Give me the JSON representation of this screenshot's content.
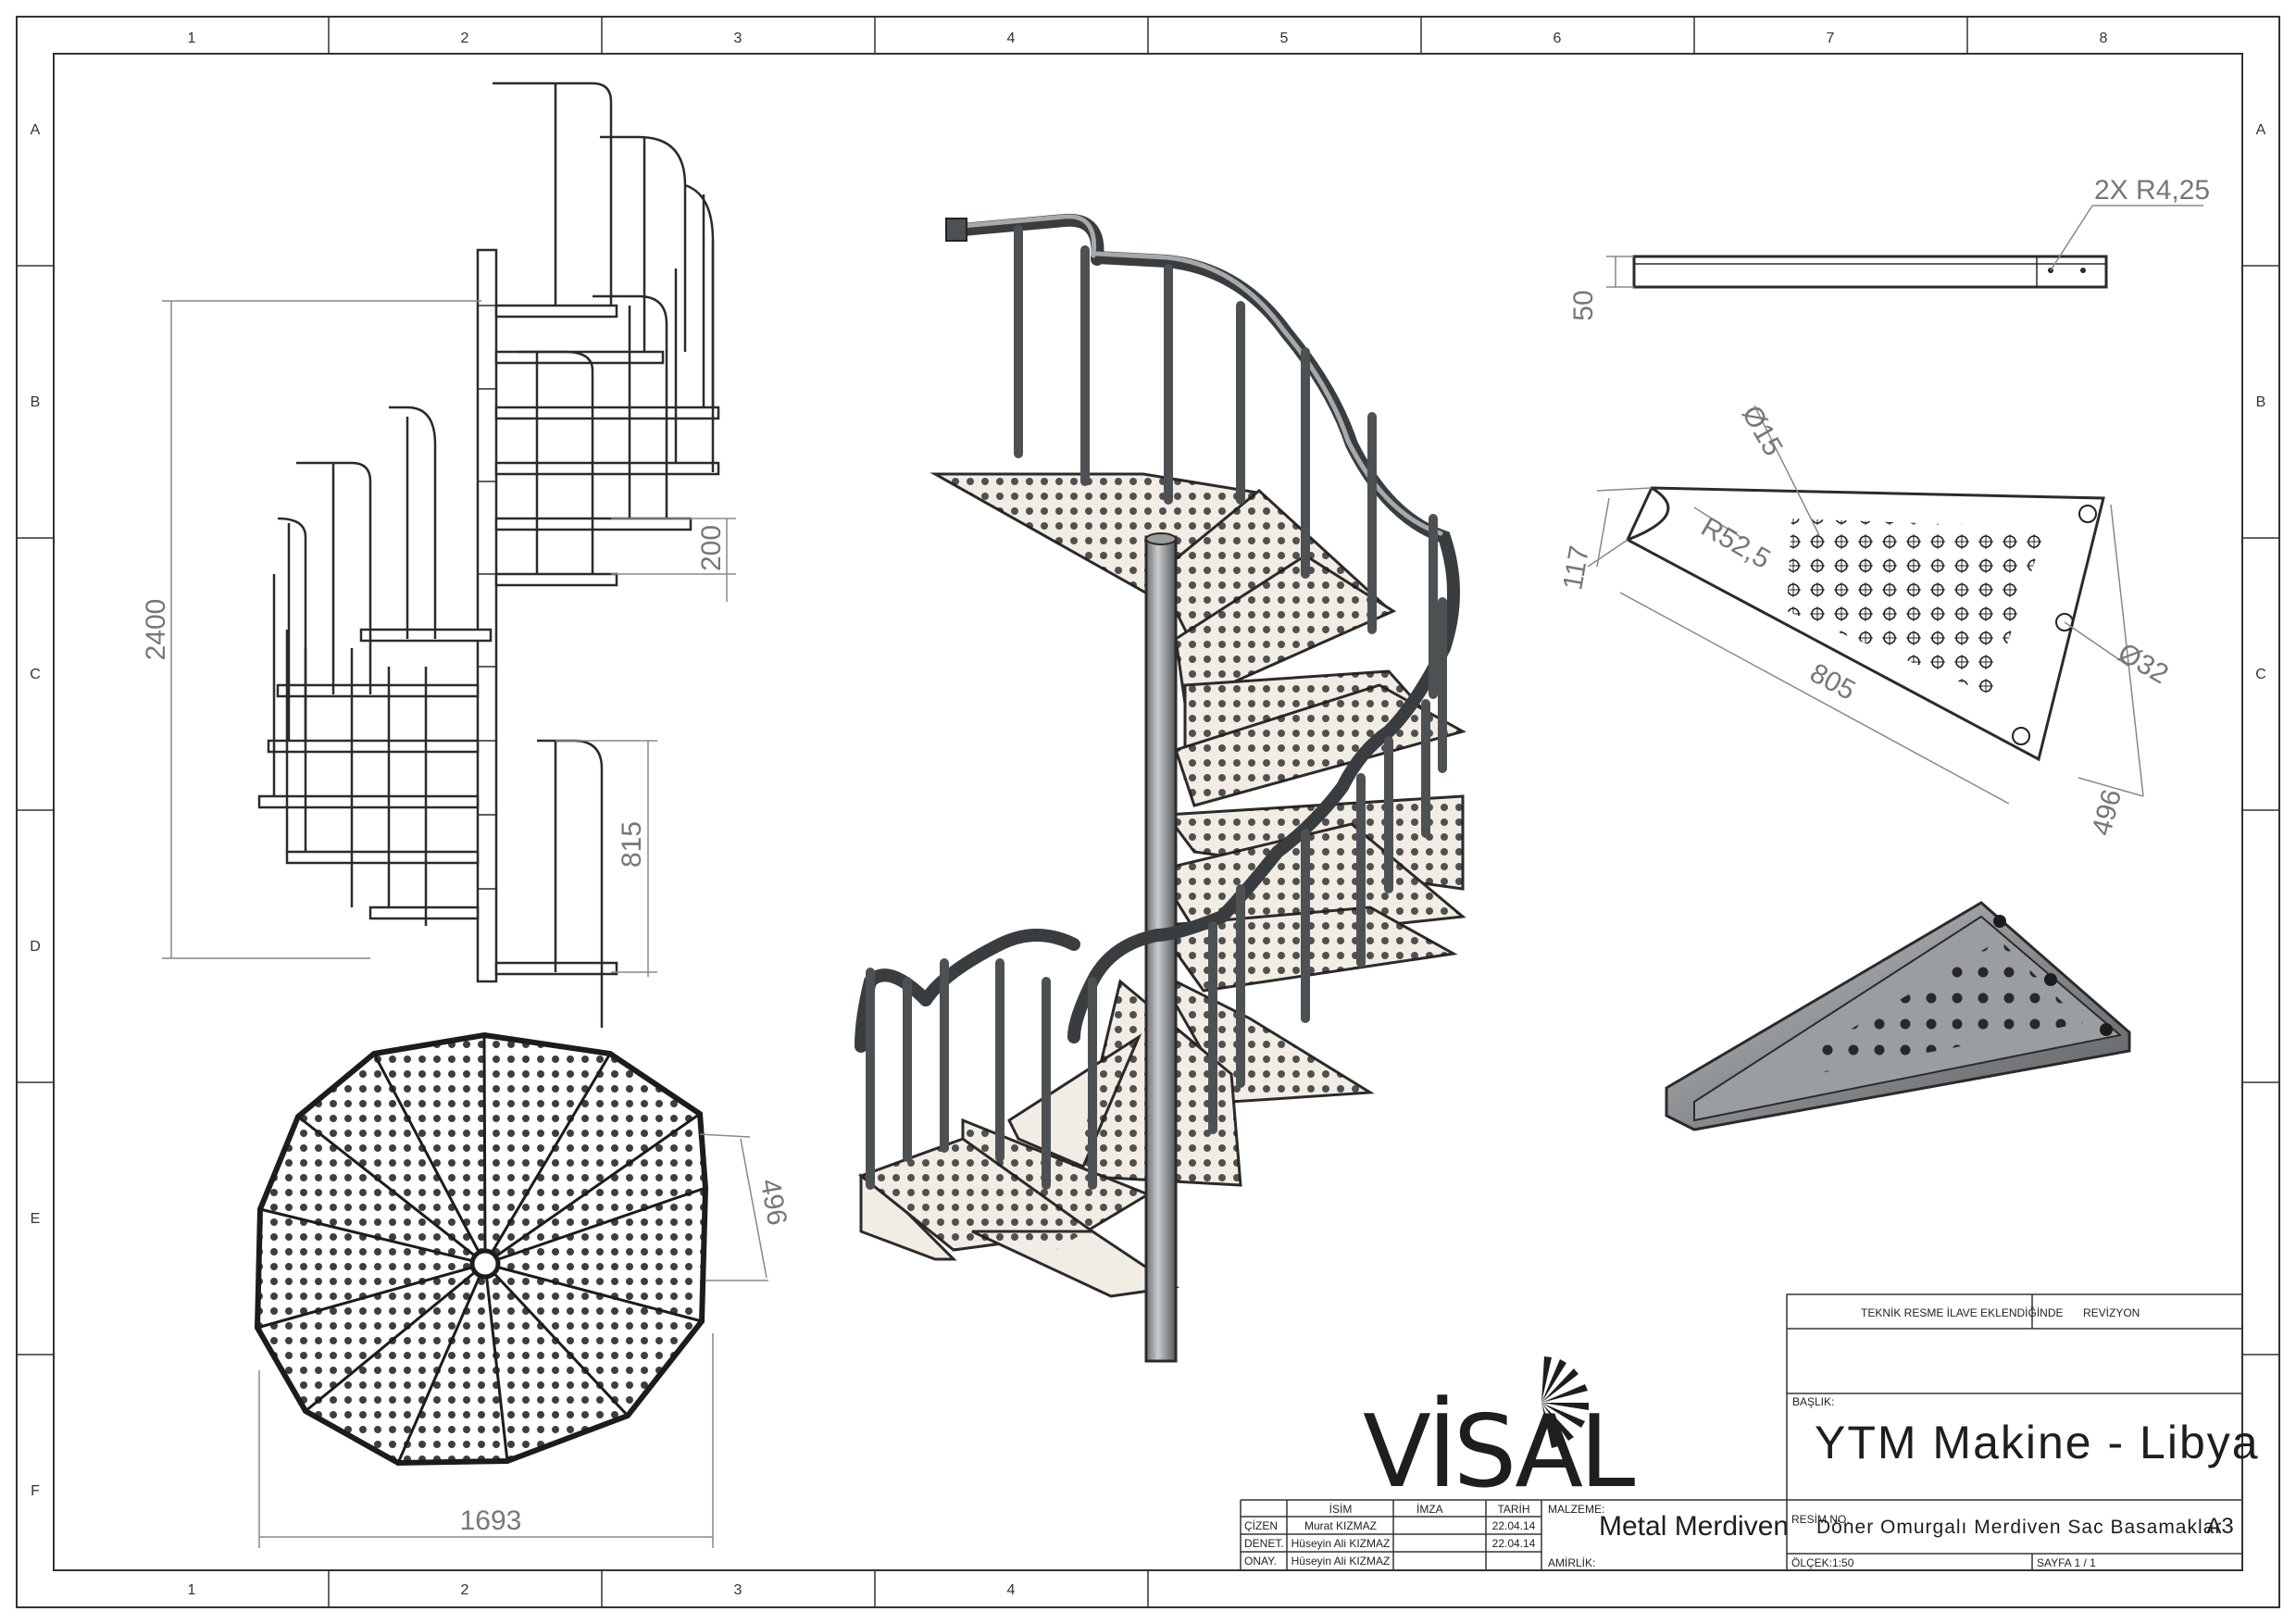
{
  "sheet": {
    "zone_columns": [
      "1",
      "2",
      "3",
      "4",
      "5",
      "6",
      "7",
      "8"
    ],
    "zone_rows": [
      "A",
      "B",
      "C",
      "D",
      "E",
      "F"
    ]
  },
  "dimensions": {
    "side_height": "2400",
    "riser": "200",
    "lower_rail": "815",
    "plan_width": "1693",
    "plan_step": "496",
    "thickness": "50",
    "slots": "2X R4,25",
    "hole_small": "Ø15",
    "inner_radius": "R52,5",
    "inner_width": "117",
    "length": "805",
    "outer_width": "496",
    "hole_large": "Ø32"
  },
  "logo": {
    "brand": "VİSAL",
    "subtitle": "Metal Merdiven"
  },
  "title_block": {
    "tech_note": "TEKNİK RESME İLAVE EKLENDİĞİNDE",
    "revision": "REVİZYON",
    "title_label": "BAŞLIK:",
    "title": "YTM Makine - Libya",
    "drawing_no_label": "RESİM NO.",
    "description": "Döner Omurgalı Merdiven Sac Basamaklar",
    "size": "A3",
    "material_label": "MALZEME:",
    "approval_label": "AMİRLİK:",
    "scale": "ÖLÇEK:1:50",
    "page": "SAYFA 1 / 1",
    "col_name": "İSİM",
    "col_signature": "İMZA",
    "col_date": "TARİH",
    "rows": [
      {
        "role": "ÇİZEN",
        "name": "Murat KIZMAZ",
        "date": "22.04.14"
      },
      {
        "role": "DENET.",
        "name": "Hüseyin Ali KIZMAZ",
        "date": "22.04.14"
      },
      {
        "role": "ONAY.",
        "name": "Hüseyin Ali KIZMAZ",
        "date": ""
      }
    ]
  },
  "colors": {
    "line": "#2b2b2b",
    "dim": "#888888",
    "steel": "#8a8d90",
    "tread_fill": "#f1ede4"
  }
}
